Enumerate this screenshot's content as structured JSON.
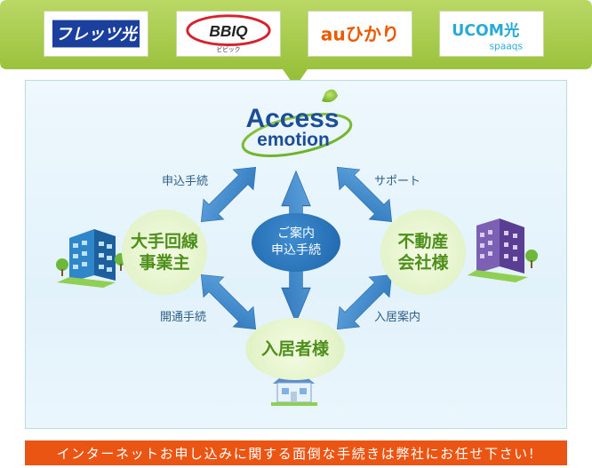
{
  "logos": [
    {
      "text": "フレッツ光",
      "name": "flets-hikari"
    },
    {
      "text": "BBIQ",
      "sub": "ビビック",
      "name": "bbiq"
    },
    {
      "text": "auひかり",
      "name": "au-hikari"
    },
    {
      "text": "UCOM光",
      "sub": "spaaqs",
      "name": "ucom-hikari"
    }
  ],
  "brand": {
    "line1": "Access",
    "line2": "emotion"
  },
  "arrows": {
    "top_left": "申込手続",
    "top_right": "サポート",
    "bottom_left": "開通手続",
    "bottom_right": "入居案内"
  },
  "nodes": {
    "left": "大手回線\n事業主",
    "right": "不動産\n会社様",
    "bottom": "入居者様",
    "center": "ご案内\n申込手続"
  },
  "footer": "インターネットお申し込みに関する面倒な手続きは弊社にお任せ下さい!",
  "colors": {
    "bubble": "#9ec43c",
    "arrow": "#3b83c4",
    "node_text": "#4e8f1c",
    "center": "#1c64a9",
    "footer": "#ea5514"
  }
}
